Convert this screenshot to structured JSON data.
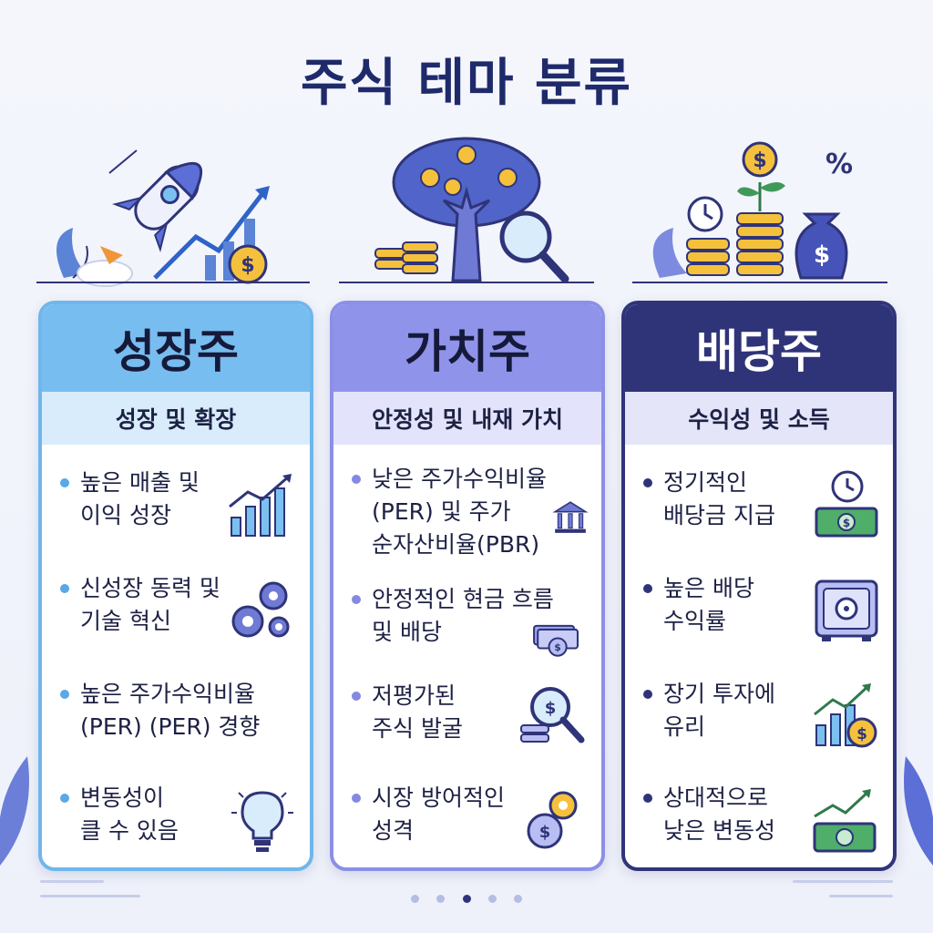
{
  "title": "주식 테마 분류",
  "cards": [
    {
      "heading": "성장주",
      "subtitle": "성장 및 확장",
      "items": [
        {
          "text": "높은 매출 및\n이익 성장",
          "icon": "bar-chart-up-icon"
        },
        {
          "text": "신성장 동력 및\n기술 혁신",
          "icon": "gears-icon"
        },
        {
          "text": "높은 주가수익비율\n(PER) (PER) 경향",
          "icon": "none"
        },
        {
          "text": "변동성이\n클 수 있음",
          "icon": "lightbulb-icon"
        }
      ],
      "illustration": "rocket-chart-coin"
    },
    {
      "heading": "가치주",
      "subtitle": "안정성 및 내재 가치",
      "items": [
        {
          "text": "낮은 주가수익비율\n(PER) 및 주가\n순자산비율(PBR)",
          "icon": "bank-icon"
        },
        {
          "text": "안정적인 현금 흐름\n및 배당",
          "icon": "cash-coin-icon"
        },
        {
          "text": "저평가된\n주식 발굴",
          "icon": "magnifier-coins-icon"
        },
        {
          "text": "시장 방어적인\n성격",
          "icon": "coin-gear-icon"
        }
      ],
      "illustration": "money-tree-magnifier"
    },
    {
      "heading": "배당주",
      "subtitle": "수익성 및 소득",
      "items": [
        {
          "text": "정기적인\n배당금 지급",
          "icon": "clock-cash-icon"
        },
        {
          "text": "높은 배당\n수익률",
          "icon": "safe-icon"
        },
        {
          "text": "장기 투자에\n유리",
          "icon": "chart-coin-icon"
        },
        {
          "text": "상대적으로\n낮은 변동성",
          "icon": "cash-arrow-icon"
        }
      ],
      "illustration": "coins-plant-moneybag"
    }
  ],
  "pager": {
    "count": 5,
    "active": 2
  },
  "colors": {
    "accent_blue": "#78bdf0",
    "accent_purple": "#8f93ea",
    "accent_navy": "#2f3479",
    "coin": "#f5c13c"
  }
}
